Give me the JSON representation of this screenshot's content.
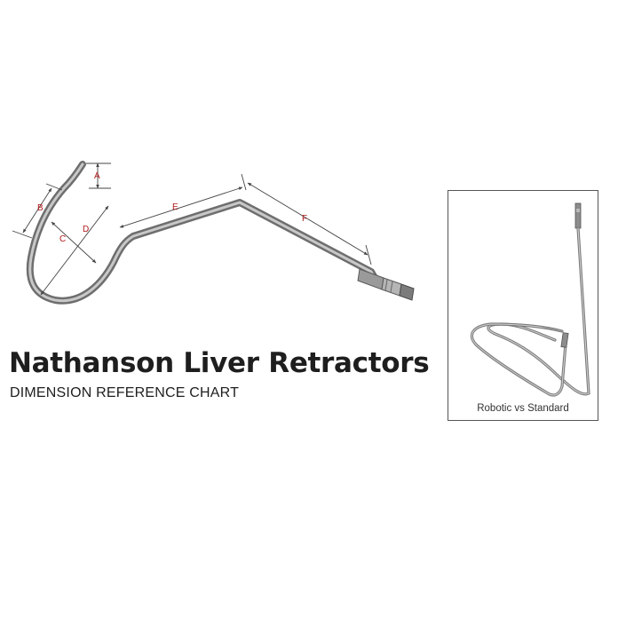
{
  "title": "Nathanson Liver Retractors",
  "subtitle": "DIMENSION REFERENCE CHART",
  "inset": {
    "caption": "Robotic vs Standard"
  },
  "dimensions": [
    "A",
    "B",
    "C",
    "D",
    "E",
    "F"
  ],
  "colors": {
    "label": "#b01818",
    "text": "#1e1e1e",
    "steel": "#8a8a8a"
  }
}
